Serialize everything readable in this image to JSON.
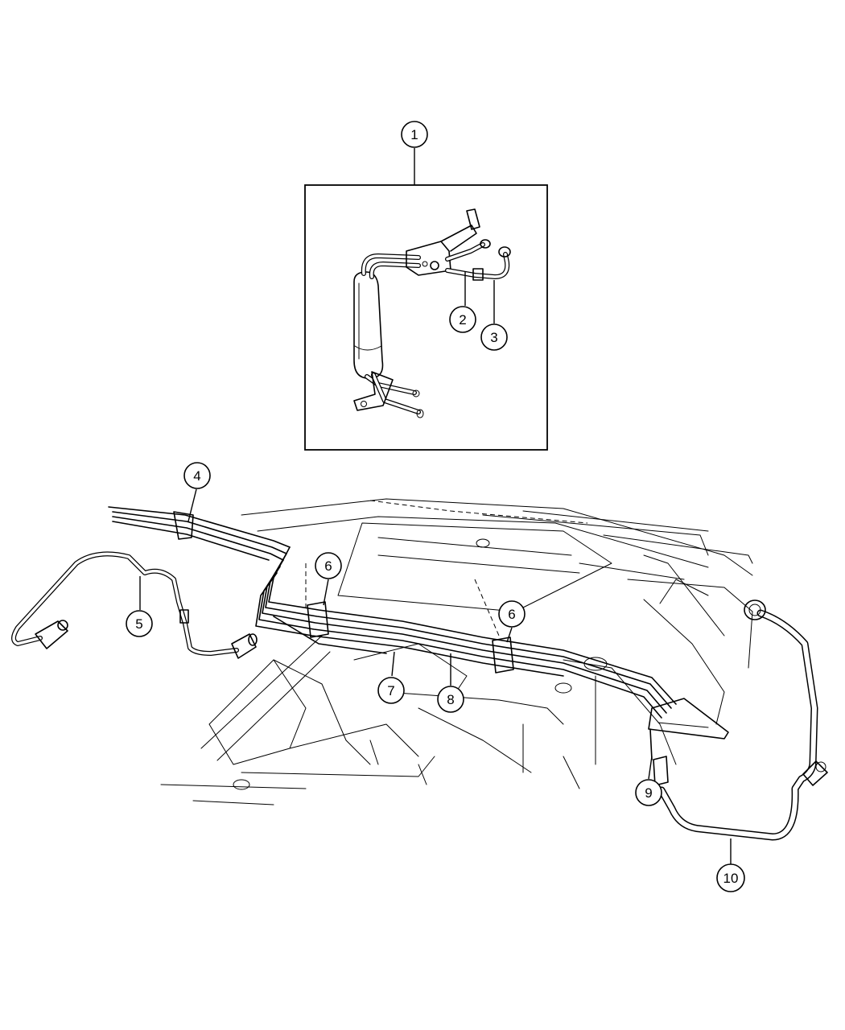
{
  "callouts": [
    {
      "id": "1",
      "label": "1"
    },
    {
      "id": "2",
      "label": "2"
    },
    {
      "id": "3",
      "label": "3"
    },
    {
      "id": "4",
      "label": "4"
    },
    {
      "id": "5",
      "label": "5"
    },
    {
      "id": "6a",
      "label": "6"
    },
    {
      "id": "6b",
      "label": "6"
    },
    {
      "id": "7",
      "label": "7"
    },
    {
      "id": "8",
      "label": "8"
    },
    {
      "id": "9",
      "label": "9"
    },
    {
      "id": "10",
      "label": "10"
    }
  ]
}
